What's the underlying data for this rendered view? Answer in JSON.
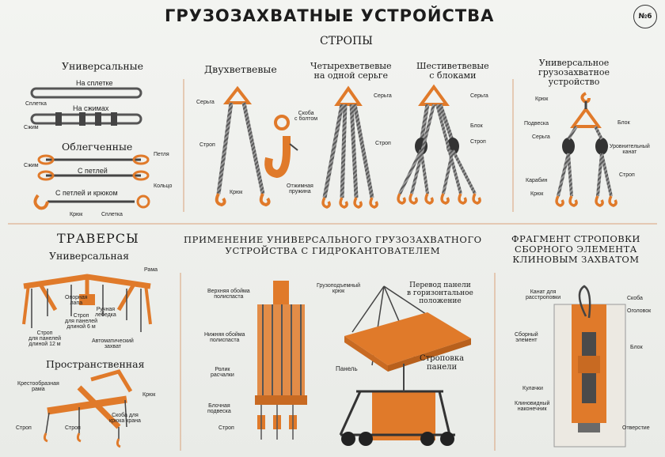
{
  "title": "ГРУЗОЗАХВАТНЫЕ УСТРОЙСТВА",
  "badge": "№6",
  "stropy": {
    "heading": "СТРОПЫ",
    "universal": {
      "title": "Универсальные",
      "na_spletke": "На сплетке",
      "spletka": "Сплетка",
      "na_szhimah": "На сжимах",
      "szhim": "Сжим",
      "oblegchennye": "Облегченные",
      "petlya": "Петля",
      "szhim2": "Сжим",
      "s_petley": "С петлей",
      "s_petley_kryukom": "С петлей и крюком",
      "kolco": "Кольцо",
      "kryuk": "Крюк",
      "spletka2": "Сплетка"
    },
    "dvuhvetvevye": {
      "title": "Двухветвевые",
      "serga": "Серьга",
      "strop": "Строп",
      "kryuk": "Крюк",
      "skoba_line1": "Скоба",
      "skoba_line2": "с болтом",
      "pruzhina_line1": "Отжимная",
      "pruzhina_line2": "пружина"
    },
    "chetyreh": {
      "title_line1": "Четырехветвевые",
      "title_line2": "на одной серьге",
      "serga": "Серьга",
      "strop": "Строп"
    },
    "shesti": {
      "title_line1": "Шестиветвевые",
      "title_line2": "с блоками",
      "serga": "Серьга",
      "blok": "Блок",
      "strop": "Строп"
    },
    "universal_device": {
      "title_line1": "Универсальное",
      "title_line2": "грузозахватное",
      "title_line3": "устройство",
      "kryuk": "Крюк",
      "podveska": "Подвеска",
      "serga": "Серьга",
      "blok": "Блок",
      "uravn_line1": "Уровнительный",
      "uravn_line2": "канат",
      "strop": "Строп",
      "karabin": "Карабин",
      "kryuk2": "Крюк"
    }
  },
  "traversy": {
    "heading": "ТРАВЕРСЫ",
    "universal": "Универсальная",
    "rama": "Рама",
    "opornaya_line1": "Опорная",
    "opornaya_line2": "лапа",
    "ruchnaya_line1": "Ручная",
    "ruchnaya_line2": "лебедка",
    "strop6_line1": "Строп",
    "strop6_line2": "для панелей",
    "strop6_line3": "длиной 6 м",
    "strop12_line1": "Строп",
    "strop12_line2": "для панелей",
    "strop12_line3": "длиной 12 м",
    "avto_line1": "Автоматический",
    "avto_line2": "захват",
    "prostranstvennaya": "Пространственная",
    "krest_line1": "Крестообразная",
    "krest_line2": "рама",
    "kryuk": "Крюк",
    "strop_a": "Строп",
    "strop_b": "Строп",
    "skoba_line1": "Скоба для",
    "skoba_line2": "крюка крана"
  },
  "primenenie": {
    "heading_line1": "ПРИМЕНЕНИЕ УНИВЕРСАЛЬНОГО ГРУЗОЗАХВАТНОГО",
    "heading_line2": "УСТРОЙСТВА С ГИДРОКАНТОВАТЕЛЕМ",
    "verh_line1": "Верхняя обойма",
    "verh_line2": "полиспаста",
    "gruz_line1": "Грузоподъемный",
    "gruz_line2": "крюк",
    "nizh_line1": "Нижняя обойма",
    "nizh_line2": "полиспаста",
    "rolik_line1": "Ролик",
    "rolik_line2": "расчалки",
    "blochnaya_line1": "Блочная",
    "blochnaya_line2": "подвеска",
    "strop": "Строп",
    "perevod_line1": "Перевод панели",
    "perevod_line2": "в горизонтальное",
    "perevod_line3": "положение",
    "panel": "Панель",
    "stropovka_line1": "Строповка",
    "stropovka_line2": "панели"
  },
  "fragment": {
    "heading_line1": "ФРАГМЕНТ СТРОПОВКИ",
    "heading_line2": "СБОРНОГО ЭЛЕМЕНТА",
    "heading_line3": "КЛИНОВЫМ ЗАХВАТОМ",
    "kanat_line1": "Канат для",
    "kanat_line2": "расстроповки",
    "skoba": "Скоба",
    "ogolovok": "Оголовок",
    "sborny_line1": "Сборный",
    "sborny_line2": "элемент",
    "blok": "Блок",
    "kulachki": "Кулачки",
    "klin_line1": "Клиновидный",
    "klin_line2": "наконечник",
    "otverstie": "Отверстие"
  },
  "colors": {
    "orange": "#e07a2a",
    "rope": "#4a4a4a",
    "divider": "#d9a27a"
  }
}
